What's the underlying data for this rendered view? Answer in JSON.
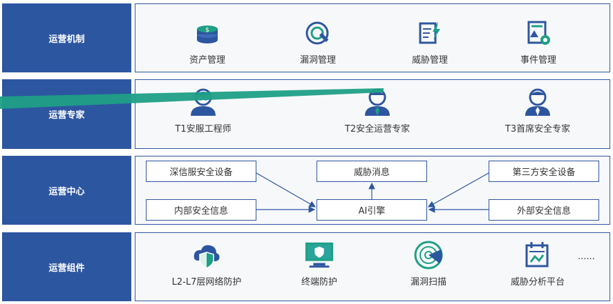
{
  "rows": [
    {
      "label": "运营机制",
      "items": [
        "资产管理",
        "漏洞管理",
        "威胁管理",
        "事件管理"
      ]
    },
    {
      "label": "运营专家",
      "items": [
        "T1安服工程师",
        "T2安全运营专家",
        "T3首席安全专家"
      ]
    },
    {
      "label": "运营中心",
      "boxes": {
        "left_top": "深信服安全设备",
        "left_bottom": "内部安全信息",
        "center_top": "威胁消息",
        "center": "AI引擎",
        "right_top": "第三方安全设备",
        "right_bottom": "外部安全信息"
      }
    },
    {
      "label": "运营组件",
      "items": [
        "L2-L7层网络防护",
        "终端防护",
        "漏洞扫描",
        "威胁分析平台"
      ],
      "more": "......"
    }
  ],
  "colors": {
    "primary": "#2d56a0",
    "accent": "#1f9f86",
    "teal": "#2aa39a"
  }
}
